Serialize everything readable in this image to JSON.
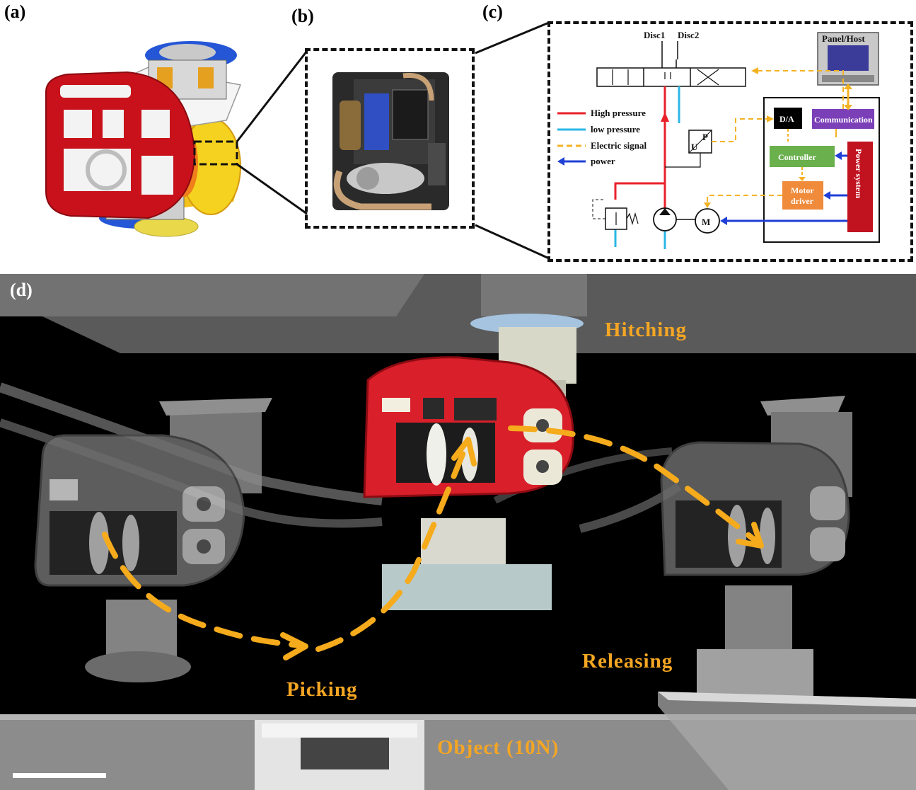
{
  "panels": {
    "a": {
      "label": "(a)"
    },
    "b": {
      "label": "(b)"
    },
    "c": {
      "label": "(c)"
    },
    "d": {
      "label": "(d)"
    }
  },
  "schematic": {
    "valve_ports": {
      "disc1": "Disc1",
      "disc2": "Disc2"
    },
    "legend": [
      {
        "label": "High pressure",
        "color": "#e8212a",
        "style": "solid"
      },
      {
        "label": "low pressure",
        "color": "#2bb7e6",
        "style": "solid"
      },
      {
        "label": "Electric signal",
        "color": "#f4b223",
        "style": "dashed"
      },
      {
        "label": "power",
        "color": "#1f3fd6",
        "style": "arrow"
      }
    ],
    "host": "Panel/Host",
    "blocks": {
      "da": {
        "label": "D/A",
        "color": "#000000"
      },
      "communication": {
        "label": "Communication",
        "color": "#7b3fb8"
      },
      "controller": {
        "label": "Controller",
        "color": "#6ab04c"
      },
      "motor_driver": {
        "label_line1": "Motor",
        "label_line2": "driver",
        "color": "#ef8b3a"
      },
      "power_system": {
        "label": "Power system",
        "color": "#c1121f"
      }
    },
    "sensor": {
      "u": "U",
      "p": "P"
    },
    "motor": "M"
  },
  "photo": {
    "labels": {
      "hitching": "Hitching",
      "picking": "Picking",
      "releasing": "Releasing",
      "object": "Object (10N)"
    },
    "label_color": "#f5a623",
    "arrow_color": "#f5ab1c"
  }
}
